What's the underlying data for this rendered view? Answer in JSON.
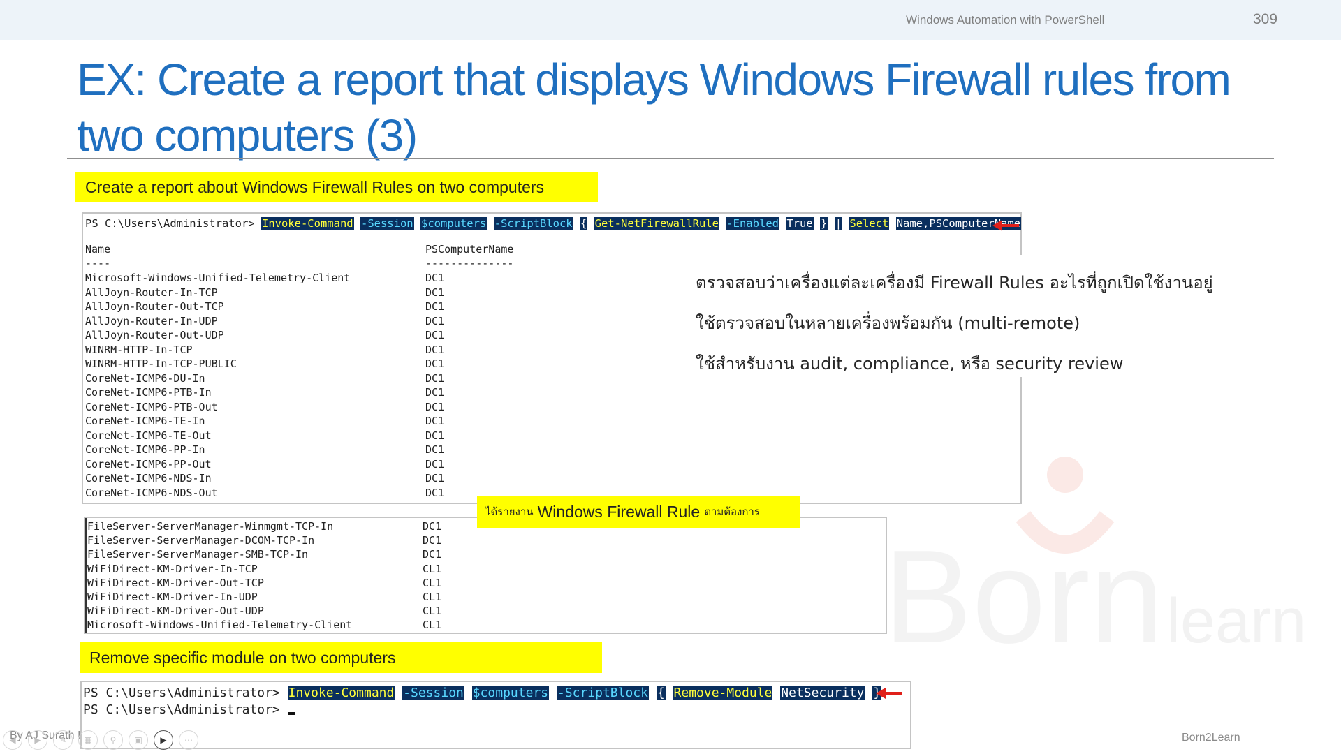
{
  "header": {
    "course": "Windows Automation with PowerShell",
    "page_number": "309"
  },
  "title": "EX: Create a report that displays Windows Firewall rules from two computers (3)",
  "section1": {
    "label": "Create a report about Windows Firewall Rules on two computers",
    "prompt": "PS C:\\Users\\Administrator>",
    "tokens": [
      "Invoke-Command",
      "-Session",
      "$computers",
      "-ScriptBlock",
      "{",
      "Get-NetFirewallRule",
      "-Enabled",
      "True",
      "}",
      "|",
      "Select",
      "Name,PSComputerName"
    ],
    "col_name": "Name",
    "col_computer": "PSComputerName",
    "sep_name": "----",
    "sep_computer": "--------------",
    "rows": [
      {
        "name": "Microsoft-Windows-Unified-Telemetry-Client",
        "computer": "DC1"
      },
      {
        "name": "AllJoyn-Router-In-TCP",
        "computer": "DC1"
      },
      {
        "name": "AllJoyn-Router-Out-TCP",
        "computer": "DC1"
      },
      {
        "name": "AllJoyn-Router-In-UDP",
        "computer": "DC1"
      },
      {
        "name": "AllJoyn-Router-Out-UDP",
        "computer": "DC1"
      },
      {
        "name": "WINRM-HTTP-In-TCP",
        "computer": "DC1"
      },
      {
        "name": "WINRM-HTTP-In-TCP-PUBLIC",
        "computer": "DC1"
      },
      {
        "name": "CoreNet-ICMP6-DU-In",
        "computer": "DC1"
      },
      {
        "name": "CoreNet-ICMP6-PTB-In",
        "computer": "DC1"
      },
      {
        "name": "CoreNet-ICMP6-PTB-Out",
        "computer": "DC1"
      },
      {
        "name": "CoreNet-ICMP6-TE-In",
        "computer": "DC1"
      },
      {
        "name": "CoreNet-ICMP6-TE-Out",
        "computer": "DC1"
      },
      {
        "name": "CoreNet-ICMP6-PP-In",
        "computer": "DC1"
      },
      {
        "name": "CoreNet-ICMP6-PP-Out",
        "computer": "DC1"
      },
      {
        "name": "CoreNet-ICMP6-NDS-In",
        "computer": "DC1"
      },
      {
        "name": "CoreNet-ICMP6-NDS-Out",
        "computer": "DC1"
      }
    ],
    "rows2": [
      {
        "name": "FileServer-ServerManager-Winmgmt-TCP-In",
        "computer": "DC1"
      },
      {
        "name": "FileServer-ServerManager-DCOM-TCP-In",
        "computer": "DC1"
      },
      {
        "name": "FileServer-ServerManager-SMB-TCP-In",
        "computer": "DC1"
      },
      {
        "name": "WiFiDirect-KM-Driver-In-TCP",
        "computer": "CL1"
      },
      {
        "name": "WiFiDirect-KM-Driver-Out-TCP",
        "computer": "CL1"
      },
      {
        "name": "WiFiDirect-KM-Driver-In-UDP",
        "computer": "CL1"
      },
      {
        "name": "WiFiDirect-KM-Driver-Out-UDP",
        "computer": "CL1"
      },
      {
        "name": "Microsoft-Windows-Unified-Telemetry-Client",
        "computer": "CL1"
      }
    ]
  },
  "notes": [
    "ตรวจสอบว่าเครื่องแต่ละเครื่องมี Firewall Rules อะไรที่ถูกเปิดใช้งานอยู่",
    "ใช้ตรวจสอบในหลายเครื่องพร้อมกัน (multi-remote)",
    "ใช้สำหรับงาน audit, compliance, หรือ security review"
  ],
  "callout": {
    "pre": "ได้รายงาน",
    "main": "Windows Firewall Rule",
    "post": "ตามต้องการ"
  },
  "section2": {
    "label": "Remove specific module on two computers",
    "prompt": "PS C:\\Users\\Administrator>",
    "tokens": [
      "Invoke-Command",
      "-Session",
      "$computers",
      "-ScriptBlock",
      "{",
      "Remove-Module",
      "NetSecurity",
      "}"
    ],
    "prompt2": "PS C:\\Users\\Administrator>"
  },
  "footer": {
    "author": "By AJ Surath I",
    "brand": "Born2Learn"
  },
  "watermark": {
    "text1": "Born",
    "text2": "learn"
  },
  "colors": {
    "title": "#1f6fbf",
    "highlight": "#ffff00",
    "console_token_bg": "#0a2f5e",
    "arrow": "#e0201a"
  }
}
